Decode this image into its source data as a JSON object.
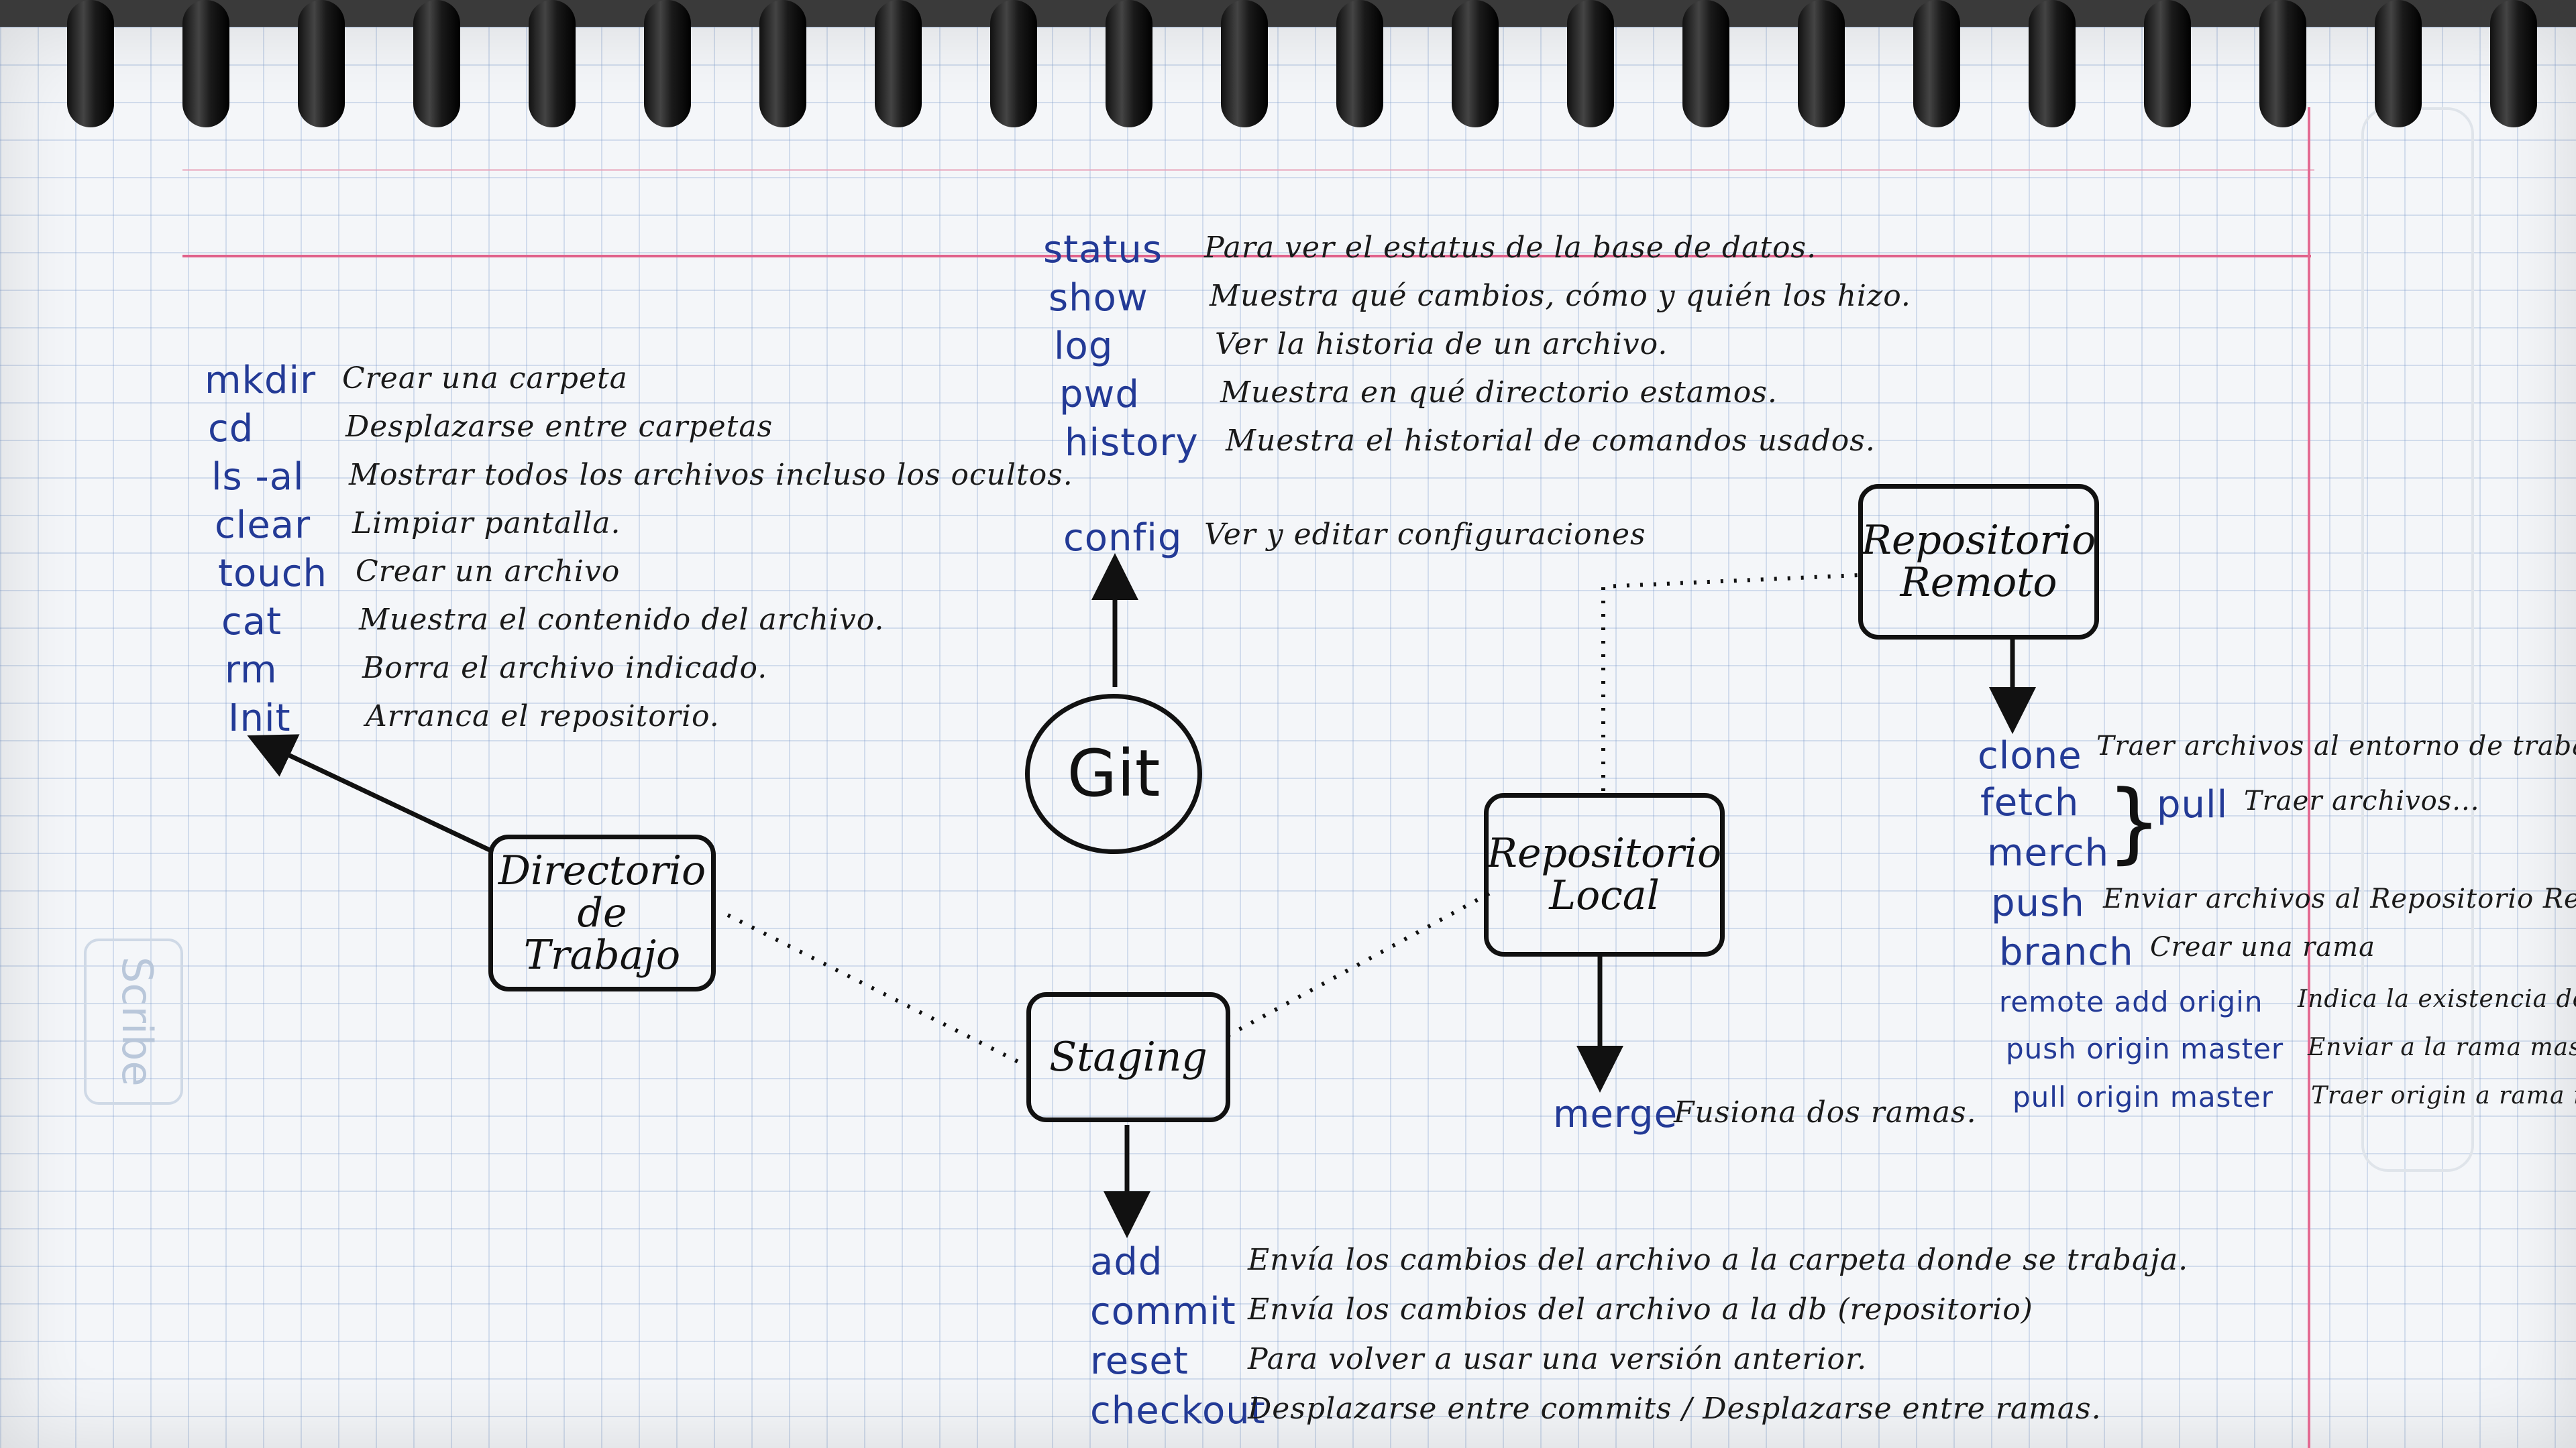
{
  "nodes": {
    "git": "Git",
    "directorio": [
      "Directorio",
      "de Trabajo"
    ],
    "staging": "Staging",
    "local": [
      "Repositorio",
      "Local"
    ],
    "remoto": [
      "Repositorio",
      "Remoto"
    ]
  },
  "stamp": "Scribe",
  "shell_commands": [
    {
      "cmd": "mkdir",
      "desc": "Crear una carpeta"
    },
    {
      "cmd": "cd",
      "desc": "Desplazarse entre carpetas"
    },
    {
      "cmd": "ls -al",
      "desc": "Mostrar todos los archivos incluso los ocultos."
    },
    {
      "cmd": "clear",
      "desc": "Limpiar pantalla."
    },
    {
      "cmd": "touch",
      "desc": "Crear un archivo"
    },
    {
      "cmd": "cat",
      "desc": "Muestra el contenido del archivo."
    },
    {
      "cmd": "rm",
      "desc": "Borra el archivo indicado."
    },
    {
      "cmd": "Init",
      "desc": "Arranca el repositorio."
    }
  ],
  "git_commands": [
    {
      "cmd": "status",
      "desc": "Para ver el estatus de la base de datos."
    },
    {
      "cmd": "show",
      "desc": "Muestra qué cambios, cómo y quién los hizo."
    },
    {
      "cmd": "log",
      "desc": "Ver la historia de un archivo."
    },
    {
      "cmd": "pwd",
      "desc": "Muestra en qué directorio estamos."
    },
    {
      "cmd": "history",
      "desc": "Muestra el historial de comandos usados."
    }
  ],
  "config": {
    "cmd": "config",
    "desc": "Ver y editar configuraciones"
  },
  "staging_commands": [
    {
      "cmd": "add",
      "desc": "Envía los cambios del archivo a la carpeta donde se trabaja."
    },
    {
      "cmd": "commit",
      "desc": "Envía los cambios del archivo a la db (repositorio)"
    },
    {
      "cmd": "reset",
      "desc": "Para volver a usar una versión anterior."
    },
    {
      "cmd": "checkout",
      "desc": "Desplazarse entre commits / Desplazarse entre ramas."
    }
  ],
  "merge": {
    "cmd": "merge",
    "desc": "Fusiona dos ramas."
  },
  "remote_commands": {
    "clone": {
      "cmd": "clone",
      "desc": "Traer archivos al entorno de trabajo"
    },
    "fetch": "fetch",
    "merch": "merch",
    "brace": "}",
    "pull": {
      "cmd": "pull",
      "desc": "Traer archivos..."
    },
    "push": {
      "cmd": "push",
      "desc": "Enviar archivos al Repositorio Remoto"
    },
    "branch": {
      "cmd": "branch",
      "desc": "Crear una rama"
    },
    "remote_add": {
      "cmd": "remote add origin",
      "desc": "Indica la existencia de un R.R."
    },
    "push_origin": {
      "cmd": "push origin master",
      "desc": "Enviar a la rama master."
    },
    "pull_origin": {
      "cmd": "pull origin master",
      "desc": "Traer origin a rama master."
    }
  }
}
